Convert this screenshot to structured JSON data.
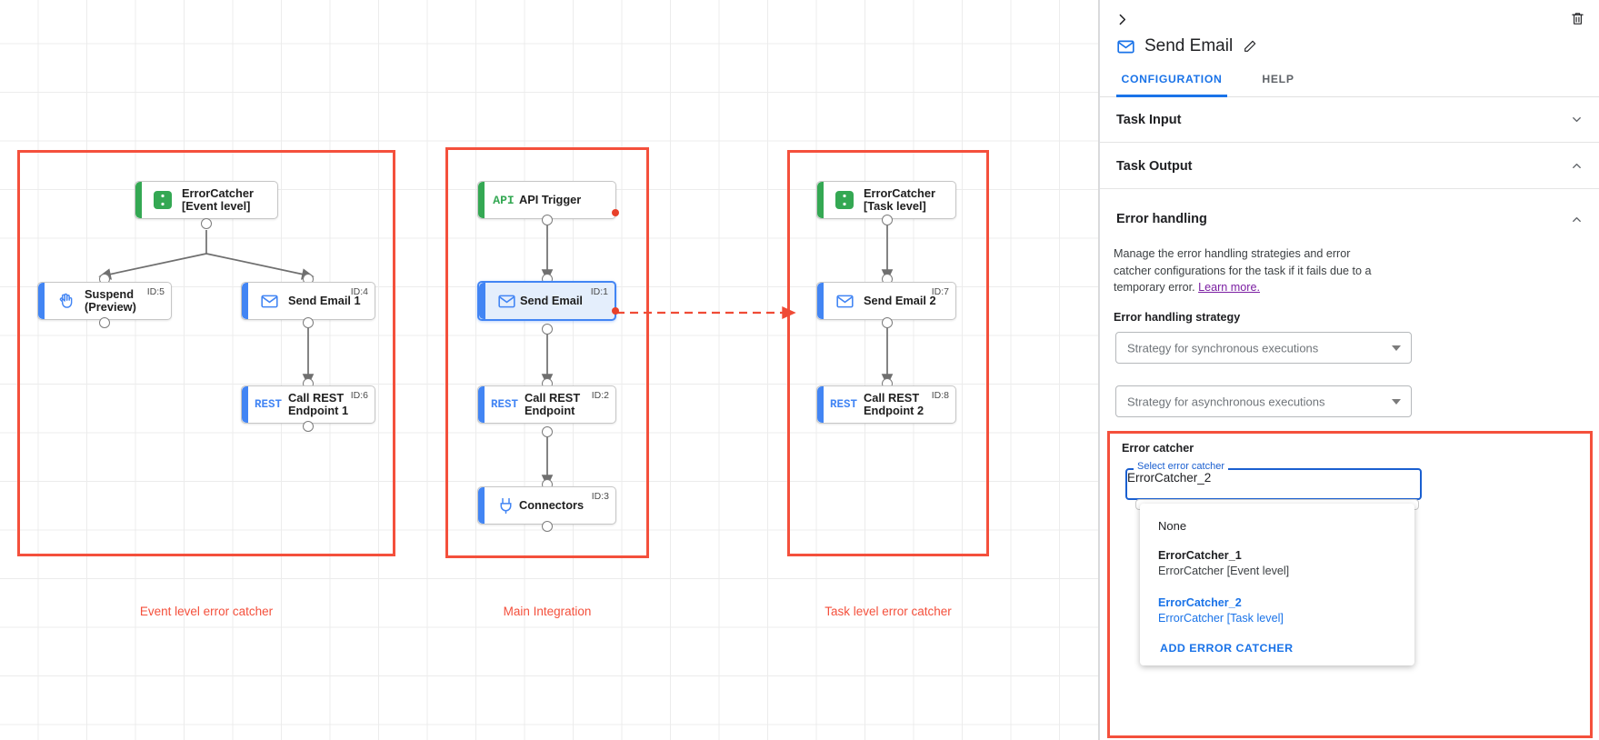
{
  "canvas": {
    "groups": [
      {
        "id": "event-level",
        "label": "Event level error catcher"
      },
      {
        "id": "main-integration",
        "label": "Main Integration"
      },
      {
        "id": "task-level",
        "label": "Task level error catcher"
      }
    ],
    "nodes": [
      {
        "key": "errorcatcher_event",
        "label": "ErrorCatcher\n[Event level]",
        "icon": "error-catcher-icon",
        "id_label": "",
        "accent": "#34a853"
      },
      {
        "key": "suspend",
        "label": "Suspend\n(Preview)",
        "icon": "hand-icon",
        "id_label": "ID:5",
        "accent": "#4285f4"
      },
      {
        "key": "send_email_1",
        "label": "Send Email 1",
        "icon": "email-icon",
        "id_label": "ID:4",
        "accent": "#4285f4"
      },
      {
        "key": "call_rest_1",
        "label": "Call REST\nEndpoint 1",
        "icon": "rest-icon",
        "id_label": "ID:6",
        "accent": "#4285f4"
      },
      {
        "key": "api_trigger",
        "label": "API Trigger",
        "icon": "api-icon",
        "id_label": "",
        "accent": "#34a853"
      },
      {
        "key": "send_email",
        "label": "Send Email",
        "icon": "email-icon",
        "id_label": "ID:1",
        "accent": "#4285f4"
      },
      {
        "key": "call_rest",
        "label": "Call REST\nEndpoint",
        "icon": "rest-icon",
        "id_label": "ID:2",
        "accent": "#4285f4"
      },
      {
        "key": "connectors",
        "label": "Connectors",
        "icon": "connectors-icon",
        "id_label": "ID:3",
        "accent": "#4285f4"
      },
      {
        "key": "errorcatcher_task",
        "label": "ErrorCatcher\n[Task level]",
        "icon": "error-catcher-icon",
        "id_label": "",
        "accent": "#34a853"
      },
      {
        "key": "send_email_2",
        "label": "Send Email 2",
        "icon": "email-icon",
        "id_label": "ID:7",
        "accent": "#4285f4"
      },
      {
        "key": "call_rest_2",
        "label": "Call REST\nEndpoint 2",
        "icon": "rest-icon",
        "id_label": "ID:8",
        "accent": "#4285f4"
      }
    ],
    "icon_text": {
      "api": "API",
      "rest": "REST"
    }
  },
  "panel": {
    "title": "Send Email",
    "tabs": [
      {
        "key": "configuration",
        "label": "CONFIGURATION",
        "active": true
      },
      {
        "key": "help",
        "label": "HELP",
        "active": false
      }
    ],
    "sections": {
      "task_input": "Task Input",
      "task_output": "Task Output",
      "error_handling": "Error handling"
    },
    "error_handling": {
      "description": "Manage the error handling strategies and error catcher configurations for the task if it fails due to a temporary error.",
      "learn_more": "Learn more.",
      "strategy_label": "Error handling strategy",
      "sync_placeholder": "Strategy for synchronous executions",
      "async_placeholder": "Strategy for asynchronous executions"
    },
    "error_catcher": {
      "label": "Error catcher",
      "float_label": "Select error catcher",
      "value": "ErrorCatcher_2",
      "menu": {
        "none": "None",
        "options": [
          {
            "name": "ErrorCatcher_1",
            "sub": "ErrorCatcher [Event level]",
            "selected": false
          },
          {
            "name": "ErrorCatcher_2",
            "sub": "ErrorCatcher [Task level]",
            "selected": true
          }
        ],
        "add_label": "ADD ERROR CATCHER"
      }
    }
  },
  "colors": {
    "accent_blue": "#1a73e8",
    "highlight_red": "#f4503c",
    "node_green": "#34a853",
    "node_blue": "#4285f4",
    "error_dot": "#e8402a"
  }
}
